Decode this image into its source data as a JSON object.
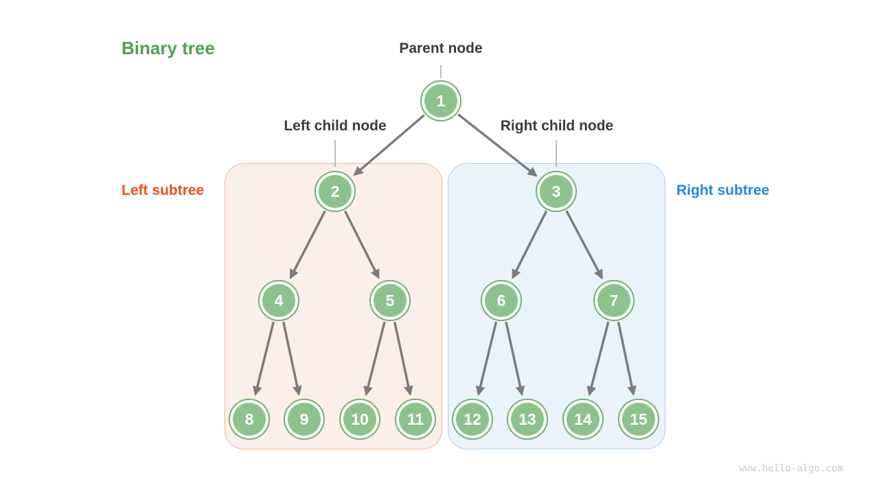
{
  "title": "Binary tree",
  "annotations": {
    "parent_node": "Parent node",
    "left_child_node": "Left child node",
    "right_child_node": "Right child node",
    "left_subtree": "Left subtree",
    "right_subtree": "Right subtree"
  },
  "watermark": "www.hello-algo.com",
  "tree": {
    "nodes": [
      1,
      2,
      3,
      4,
      5,
      6,
      7,
      8,
      9,
      10,
      11,
      12,
      13,
      14,
      15
    ],
    "edges": [
      [
        1,
        2
      ],
      [
        1,
        3
      ],
      [
        2,
        4
      ],
      [
        2,
        5
      ],
      [
        3,
        6
      ],
      [
        3,
        7
      ],
      [
        4,
        8
      ],
      [
        4,
        9
      ],
      [
        5,
        10
      ],
      [
        5,
        11
      ],
      [
        6,
        12
      ],
      [
        6,
        13
      ],
      [
        7,
        14
      ],
      [
        7,
        15
      ]
    ]
  },
  "colors": {
    "node_fill": "#8CC28C",
    "node_ring": "#72B072",
    "title_text": "#4CA154",
    "dark_text": "#3B3B3B",
    "left_subtree_text": "#EB5117",
    "right_subtree_text": "#1E88E5",
    "left_box_fill": "#FBEFE9",
    "left_box_border": "#F6B498",
    "right_box_fill": "#EBF3FA",
    "right_box_border": "#A9CCEA",
    "arrow": "#7C7C7C",
    "pointer_line": "#A6A6A6",
    "watermark_text": "#C9C9C9"
  }
}
